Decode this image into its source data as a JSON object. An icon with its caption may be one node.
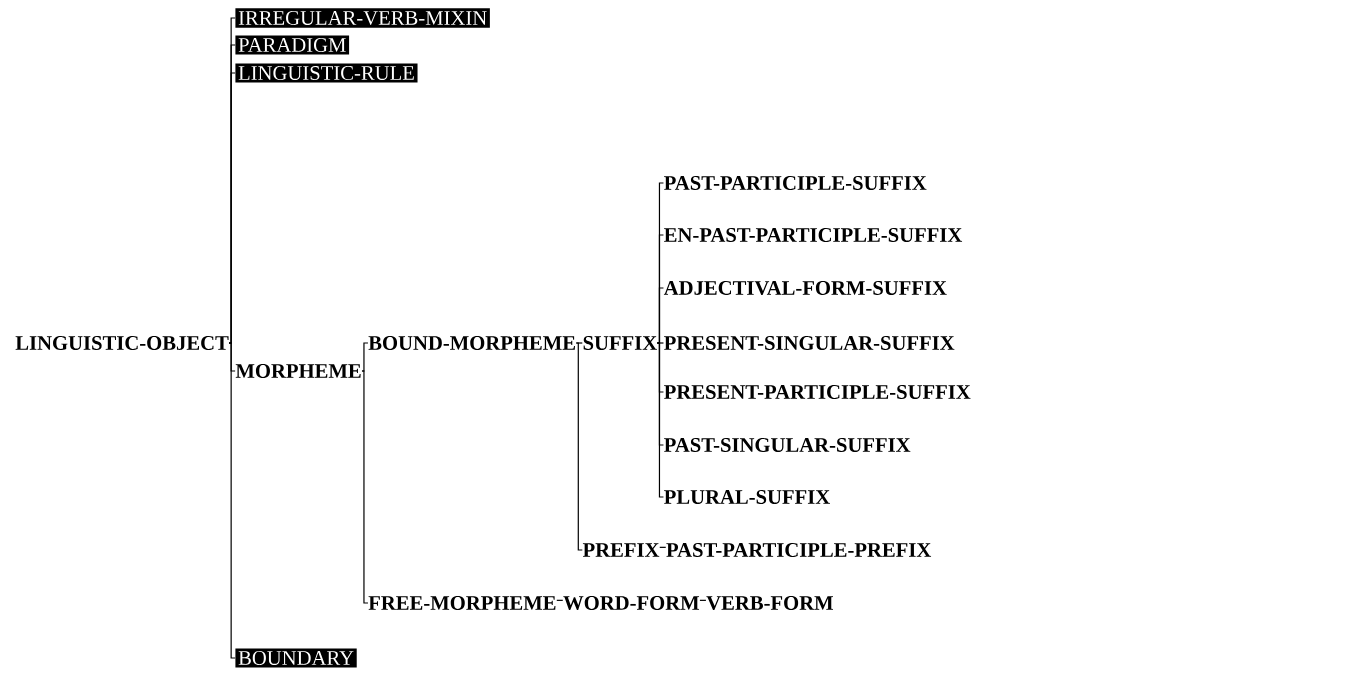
{
  "diagram": {
    "nodes": [
      {
        "text": [
          "LINGUISTIC-OBJECT"
        ]
      },
      {
        "text": [
          "IRREGULAR-VERB-MIXIN"
        ]
      },
      {
        "text": [
          "PARADIGM"
        ]
      },
      {
        "text": [
          "LINGUISTIC-RULE"
        ]
      },
      {
        "text": [
          "MORPHEME"
        ]
      },
      {
        "text": [
          "BOUND-MORPHEME"
        ]
      },
      {
        "text": [
          "SUFFIX"
        ]
      },
      {
        "text": [
          "PAST-PARTICIPLE-SUFFIX"
        ]
      },
      {
        "text": [
          "EN-PAST-PARTICIPLE-SUFFIX"
        ]
      },
      {
        "text": [
          "ADJECTIVAL-FORM-SUFFIX"
        ]
      },
      {
        "text": [
          "PRESENT-SINGULAR-SUFFIX"
        ]
      },
      {
        "text": [
          "PRESENT-PARTICIPLE-SUFFIX"
        ]
      },
      {
        "text": [
          "PAST-SINGULAR-SUFFIX"
        ]
      },
      {
        "text": [
          "PLURAL-SUFFIX"
        ]
      },
      {
        "text": [
          "PREFIX"
        ]
      },
      {
        "text": [
          "PAST-PARTICIPLE-PREFIX"
        ]
      },
      {
        "text": [
          "FREE-MORPHEME"
        ]
      },
      {
        "text": [
          "WORD-FORM"
        ]
      },
      {
        "text": [
          "VERB-FORM"
        ]
      },
      {
        "text": [
          "BOUNDARY"
        ]
      }
    ],
    "edges": [
      {
        "from": 0,
        "to": 1,
        "arrow": "none"
      },
      {
        "from": 0,
        "to": 2,
        "arrow": "none"
      },
      {
        "from": 0,
        "to": 3,
        "arrow": "none"
      },
      {
        "from": 0,
        "to": 4,
        "arrow": "none"
      },
      {
        "from": 0,
        "to": 19,
        "arrow": "none"
      },
      {
        "from": 4,
        "to": 5,
        "arrow": "none"
      },
      {
        "from": 4,
        "to": 16,
        "arrow": "none"
      },
      {
        "from": 5,
        "to": 6,
        "arrow": "none"
      },
      {
        "from": 5,
        "to": 14,
        "arrow": "none"
      },
      {
        "from": 6,
        "to": 7,
        "arrow": "none"
      },
      {
        "from": 6,
        "to": 8,
        "arrow": "none"
      },
      {
        "from": 6,
        "to": 9,
        "arrow": "none"
      },
      {
        "from": 6,
        "to": 10,
        "arrow": "none"
      },
      {
        "from": 6,
        "to": 11,
        "arrow": "none"
      },
      {
        "from": 6,
        "to": 12,
        "arrow": "none"
      },
      {
        "from": 6,
        "to": 13,
        "arrow": "none"
      },
      {
        "from": 14,
        "to": 15,
        "arrow": "none"
      },
      {
        "from": 16,
        "to": 17,
        "arrow": "none"
      },
      {
        "from": 17,
        "to": 18,
        "arrow": "none"
      }
    ]
  }
}
